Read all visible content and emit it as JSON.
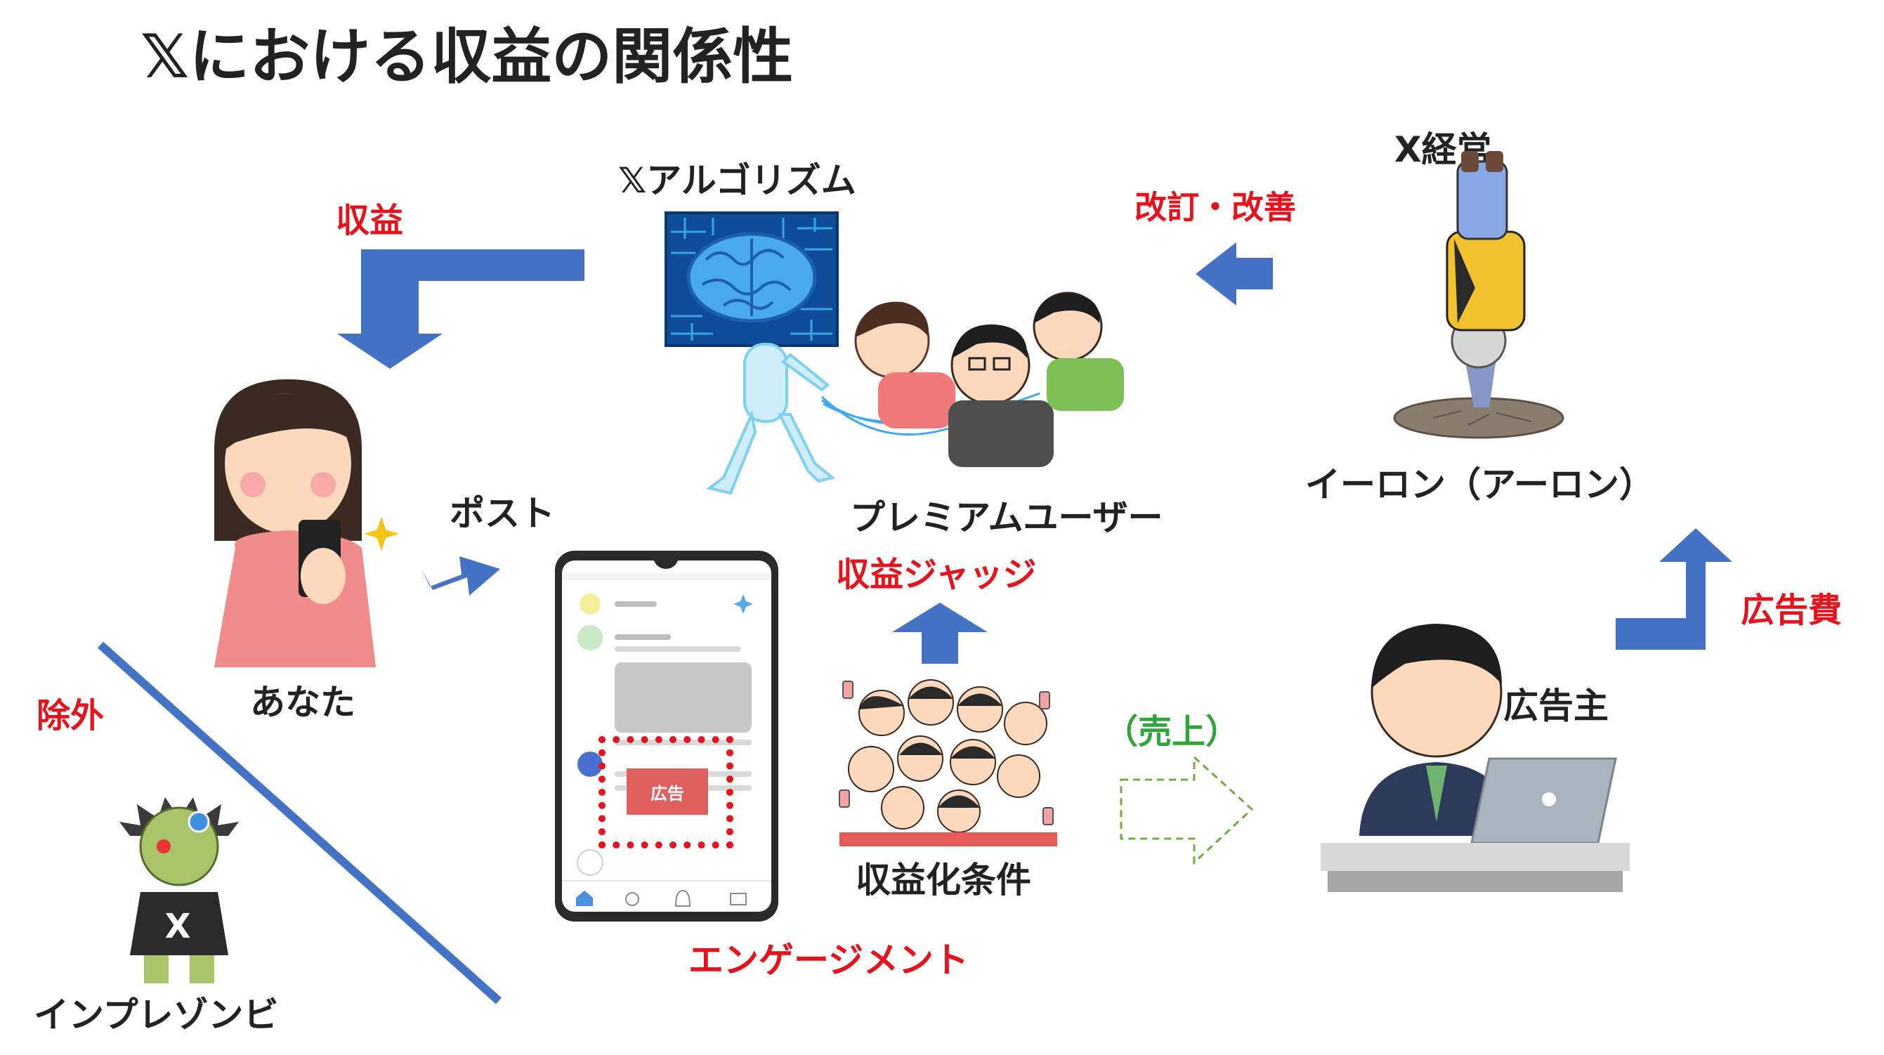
{
  "title": "𝕏における収益の関係性",
  "labels": {
    "algorithm": "𝕏アルゴリズム",
    "x_management": "X経営",
    "revision": "改訂・改善",
    "revenue_top": "収益",
    "you": "あなた",
    "post": "ポスト",
    "premium_users": "プレミアムユーザー",
    "elon": "イーロン（アーロン）",
    "revenue_judge": "収益ジャッジ",
    "ad_fee": "広告費",
    "exclusion": "除外",
    "advertiser": "広告主",
    "sales": "（売上）",
    "monetization": "収益化条件",
    "engagement": "エンゲージメント",
    "impression_zombie": "インプレゾンビ",
    "ad_badge": "広告"
  },
  "colors": {
    "arrow_blue": "#4472c4",
    "label_red": "#e8121d",
    "label_green": "#2ea63c",
    "sales_arrow": "#70ad47"
  }
}
